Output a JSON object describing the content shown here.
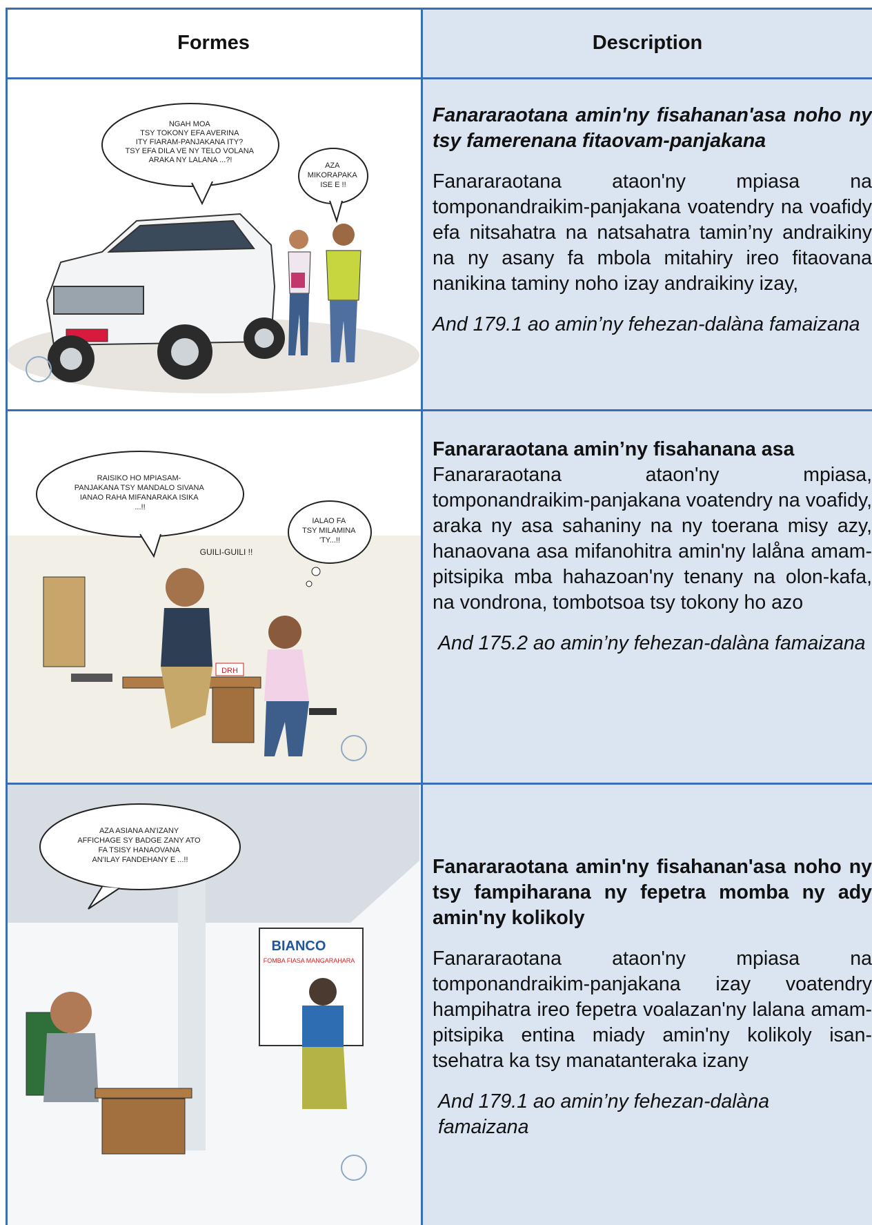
{
  "header": {
    "col1": "Formes",
    "col2": "Description"
  },
  "rows": [
    {
      "title": "Fanararaotana amin'ny fisahanan'asa noho ny tsy famerenana fitaovam-panjakana",
      "body": "Fanararaotana ataon'ny mpiasa na tomponandraikim-panjakana voatendry na voafidy efa nitsahatra na natsahatra tamin’ny andraikiny na ny asany fa mbola mitahiry ireo fitaovana nanikina taminy noho izay andraikiny izay,",
      "ref": "And 179.1 ao amin’ny fehezan-dalàna famaizana",
      "cartoon": {
        "bubble1": [
          "NGAH MOA",
          "TSY TOKONY EFA AVERINA",
          "ITY FIARAM-PANJAKANA ITY?",
          "TSY EFA DILA VE NY TELO VOLANA",
          "ARAKA NY LALANA ...?!"
        ],
        "bubble2": [
          "AZA",
          "MIKORAPAKA",
          "ISE E !!"
        ]
      }
    },
    {
      "title": "Fanararaotana amin’ny fisahanana asa",
      "body": "Fanararaotana ataon'ny mpiasa, tomponandraikim-panjakana voatendry na voafidy, araka ny asa sahaniny na ny toerana misy azy, hanaovana asa mifanohitra amin'ny lalåna amam- pitsipika mba hahazoan'ny tenany na olon-kafa, na vondrona, tombotsoa tsy tokony ho azo",
      "ref": "And 175.2 ao amin’ny fehezan-dalàna famaizana",
      "cartoon": {
        "bubble1": [
          "RAISIKO HO MPIASAM-",
          "PANJAKANA TSY MANDALO SIVANA",
          "IANAO RAHA MIFANARAKA ISIKA",
          "...!!"
        ],
        "bubble2": [
          "IALAO FA",
          "TSY MILAMINA",
          "'TY...!!"
        ],
        "sfx": "GUILI-GUILI !!",
        "desk_tag": "DRH"
      }
    },
    {
      "title": "Fanararaotana amin'ny fisahanan'asa noho ny tsy fampiharana ny fepetra momba ny ady amin'ny kolikoly",
      "body": "Fanararaotana ataon'ny mpiasa na tomponandraikim-panjakana izay voatendry hampihatra ireo fepetra voalazan'ny lalana amam-pitsipika entina miady amin'ny kolikoly isan-tsehatra ka tsy manatanteraka izany",
      "ref": "And 179.1 ao amin’ny fehezan-dalàna famaizana",
      "cartoon": {
        "bubble1": [
          "AZA ASIANA AN'IZANY",
          "AFFICHAGE SY BADGE ZANY ATO",
          "FA TSISY HANAOVANA",
          "AN'ILAY FANDEHANY E ...!!"
        ],
        "board_title": "BIANCO",
        "board_sub": "FOMBA FIASA MANGARAHARA"
      }
    }
  ],
  "colors": {
    "border": "#3a6db5",
    "desc_bg": "#dbe4f1"
  }
}
